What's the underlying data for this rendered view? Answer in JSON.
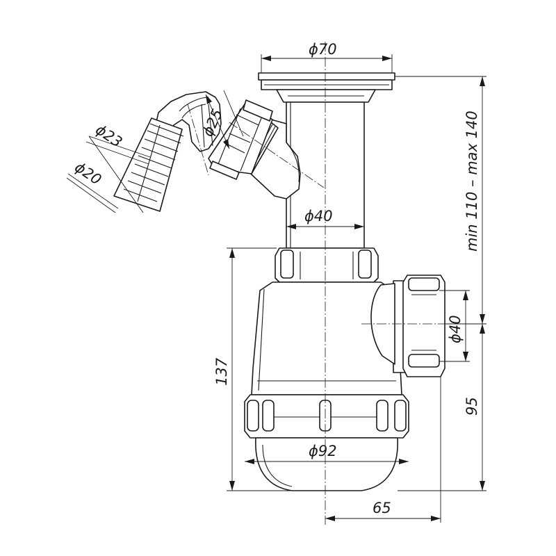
{
  "dimensions": {
    "outlet_diameter": "ϕ70",
    "pipe_diameter": "ϕ40",
    "side_outlet_diameter": "ϕ40",
    "bottle_diameter": "ϕ92",
    "hose_inner_diameter": "ϕ20",
    "hose_outer_diameter": "ϕ23",
    "inlet_diameter": "ϕ25",
    "total_height": "137",
    "outlet_height": "95",
    "adjustable_height": "min 110 – max 140",
    "outlet_offset": "65"
  }
}
